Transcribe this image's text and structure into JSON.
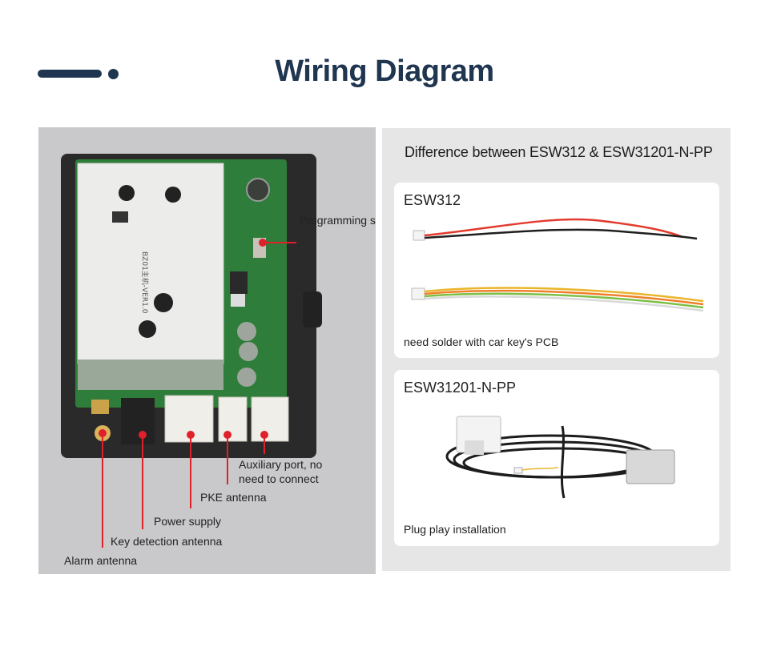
{
  "header": {
    "title": "Wiring Diagram"
  },
  "board_photo": {
    "silkscreen": "BZ01主机-VER1.0",
    "labels": {
      "programming_switch": "Programming switch",
      "auxiliary_port": "Auxiliary port, no need to connect",
      "pke_antenna": "PKE antenna",
      "power_supply": "Power supply",
      "key_detection_antenna": "Key detection antenna",
      "alarm_antenna": "Alarm antenna"
    },
    "line_color": "#e0202a"
  },
  "comparison": {
    "heading": "Difference between ESW312 & ESW31201-N-PP",
    "cards": [
      {
        "title": "ESW312",
        "caption": "need solder with car key's PCB"
      },
      {
        "title": "ESW31201-N-PP",
        "caption": "Plug play installation"
      }
    ]
  },
  "colors": {
    "title": "#1f3550",
    "board_green": "#2f7d3a",
    "callout_red": "#e0202a"
  }
}
